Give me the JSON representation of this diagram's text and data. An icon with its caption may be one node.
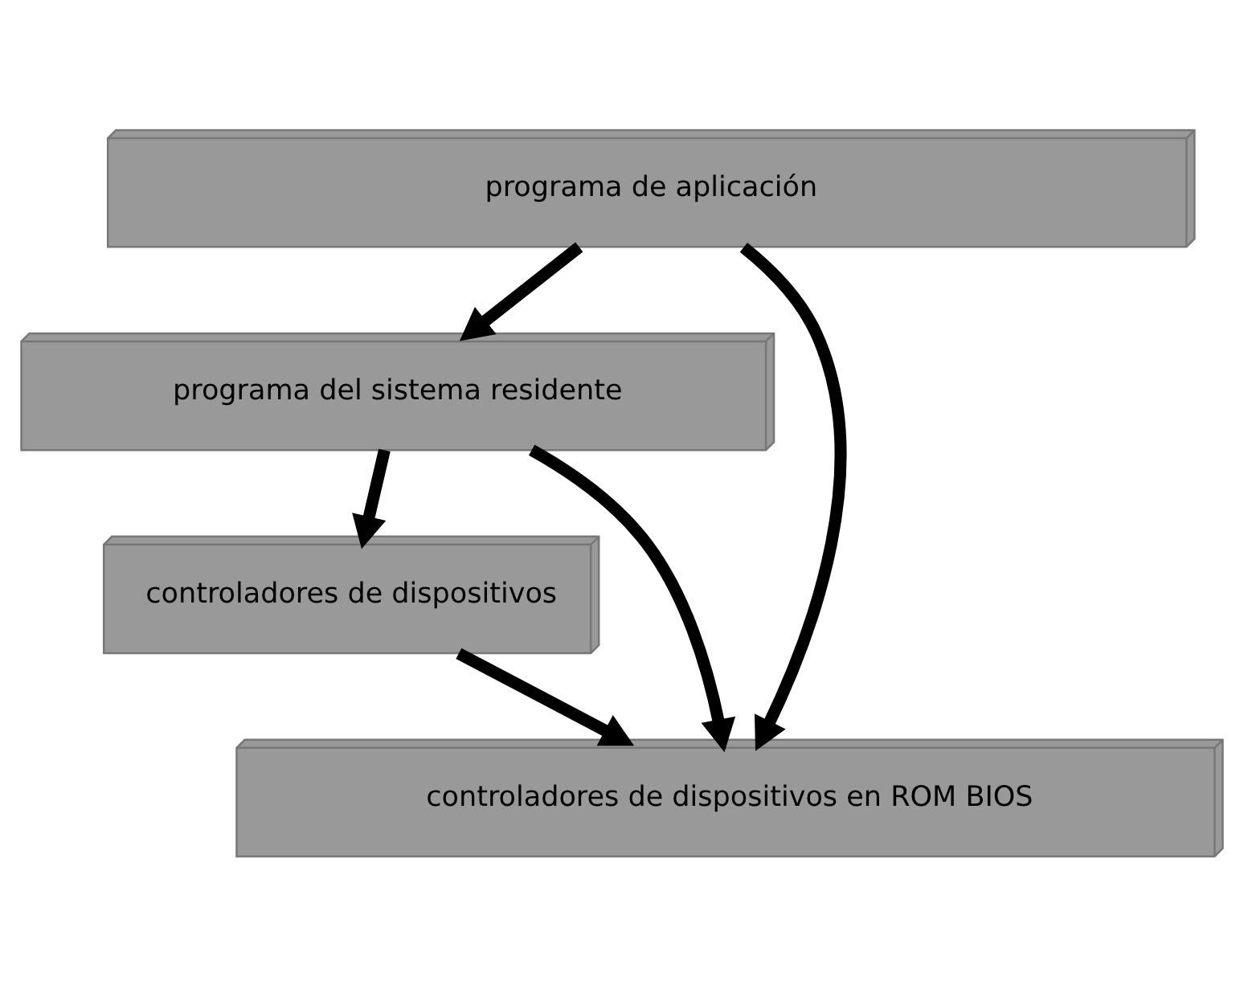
{
  "diagram": {
    "nodes": [
      {
        "text": [
          "programa de aplicación"
        ]
      },
      {
        "text": [
          "programa del sistema residente"
        ]
      },
      {
        "text": [
          "controladores de dispositivos"
        ]
      },
      {
        "text": [
          "controladores de dispositivos en ROM BIOS"
        ]
      }
    ],
    "edges": [
      {
        "from": 0,
        "to": 1,
        "arrow": "to"
      },
      {
        "from": 1,
        "to": 2,
        "arrow": "to"
      },
      {
        "from": 2,
        "to": 3,
        "arrow": "to"
      },
      {
        "from": 1,
        "to": 3,
        "arrow": "to"
      },
      {
        "from": 0,
        "to": 3,
        "arrow": "to"
      }
    ]
  }
}
